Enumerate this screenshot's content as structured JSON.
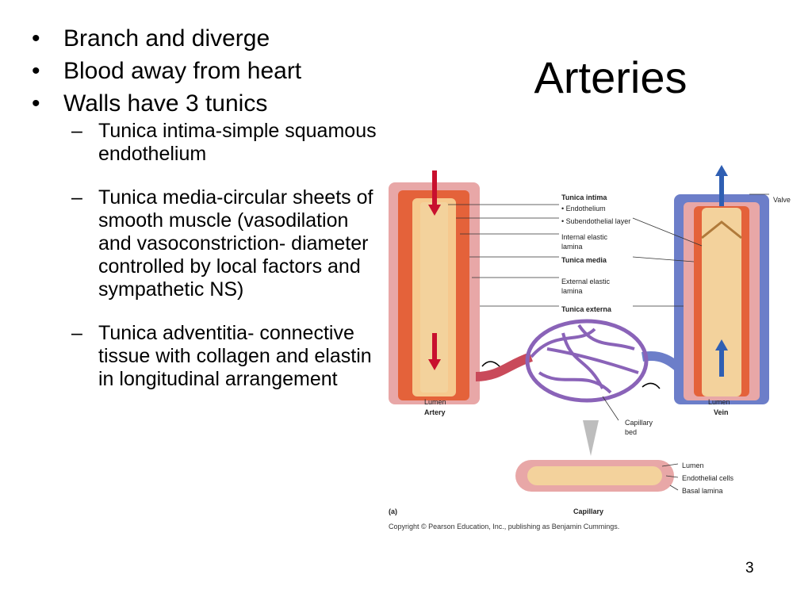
{
  "slide": {
    "title": "Arteries",
    "number": "3",
    "bullets": [
      "Branch and diverge",
      "Blood away from heart",
      "Walls have 3 tunics"
    ],
    "subbullets": [
      "Tunica intima-simple squamous endothelium",
      "Tunica media-circular sheets of smooth muscle (vasodilation and vasoconstriction- diameter controlled by local factors and sympathetic NS)",
      "Tunica adventitia- connective tissue with collagen and elastin in longitudinal arrangement"
    ],
    "bullet_mark": "•",
    "subbullet_mark": "–"
  },
  "figure": {
    "labels": {
      "tunica_intima": "Tunica intima",
      "endothelium": "• Endothelium",
      "subendothelial": "• Subendothelial layer",
      "internal_elastic_1": "Internal elastic",
      "internal_elastic_2": "lamina",
      "tunica_media": "Tunica media",
      "external_elastic_1": "External elastic",
      "external_elastic_2": "lamina",
      "tunica_externa": "Tunica externa",
      "valve": "Valve",
      "artery_lumen": "Lumen",
      "artery": "Artery",
      "vein_lumen": "Lumen",
      "vein": "Vein",
      "capillary_bed_1": "Capillary",
      "capillary_bed_2": "bed",
      "cap_lumen": "Lumen",
      "endothelial_cells": "Endothelial cells",
      "basal_lamina": "Basal lamina",
      "panel": "(a)",
      "capillary": "Capillary"
    },
    "copyright": "Copyright © Pearson Education, Inc., publishing as Benjamin Cummings.",
    "colors": {
      "externa": "#e8a7a7",
      "media": "#e4623a",
      "intima": "#f6c98e",
      "lumen": "#f3d29c",
      "vein_outer": "#6c7ec9",
      "arrow_red": "#c8102e",
      "arrow_blue": "#2f5fb3",
      "capillary_net": "#8a63b8"
    }
  }
}
